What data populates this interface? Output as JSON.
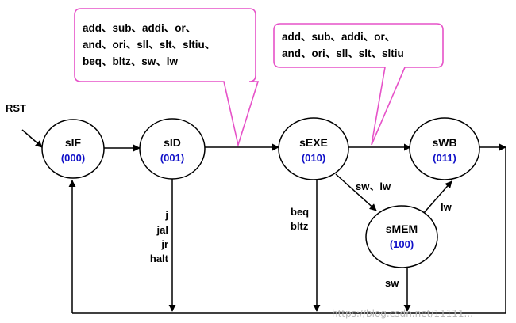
{
  "colors": {
    "state_code": "#1010c8",
    "callout_border": "#e652c8",
    "watermark": "#b9b9b9"
  },
  "diagram": {
    "rst_label": "RST",
    "states": [
      {
        "id": "sif",
        "name": "sIF",
        "code": "(000)"
      },
      {
        "id": "sid",
        "name": "sID",
        "code": "(001)"
      },
      {
        "id": "sexe",
        "name": "sEXE",
        "code": "(010)"
      },
      {
        "id": "swb",
        "name": "sWB",
        "code": "(011)"
      },
      {
        "id": "smem",
        "name": "sMEM",
        "code": "(100)"
      }
    ],
    "callouts": [
      {
        "lines": [
          "add、sub、addi、or、",
          "and、ori、sll、slt、sltiu、",
          "beq、bltz、sw、lw"
        ]
      },
      {
        "lines": [
          "add、sub、addi、or、",
          "and、ori、sll、slt、sltiu"
        ]
      }
    ],
    "labels": {
      "sid_down": [
        "j",
        "jal",
        "jr",
        "halt"
      ],
      "sexe_down": [
        "beq",
        "bltz"
      ],
      "sexe_to_smem": "sw、lw",
      "smem_to_swb": "lw",
      "smem_down": "sw"
    },
    "watermark": "https://blog.csdn.net/11111..."
  }
}
